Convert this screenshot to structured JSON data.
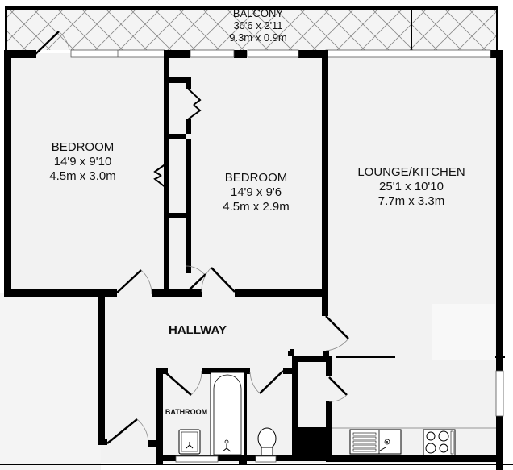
{
  "plan": {
    "colors": {
      "wall": "#000000",
      "floor": "#f2f2f2",
      "background": "#ffffff",
      "hatch": "#888888"
    },
    "rooms": {
      "balcony": {
        "name": "BALCONY",
        "imperial": "30'6 x 2'11",
        "metric": "9.3m x 0.9m"
      },
      "bedroom1": {
        "name": "BEDROOM",
        "imperial": "14'9 x 9'10",
        "metric": "4.5m x 3.0m"
      },
      "bedroom2": {
        "name": "BEDROOM",
        "imperial": "14'9 x 9'6",
        "metric": "4.5m x 2.9m"
      },
      "lounge": {
        "name": "LOUNGE/KITCHEN",
        "imperial": "25'1 x 10'10",
        "metric": "7.7m x 3.3m"
      },
      "hallway": {
        "name": "HALLWAY"
      },
      "bathroom": {
        "name": "BATHROOM"
      }
    },
    "fixtures": [
      "bath-icon",
      "basin-icon",
      "toilet-icon",
      "sink-icon",
      "hob-icon"
    ]
  }
}
